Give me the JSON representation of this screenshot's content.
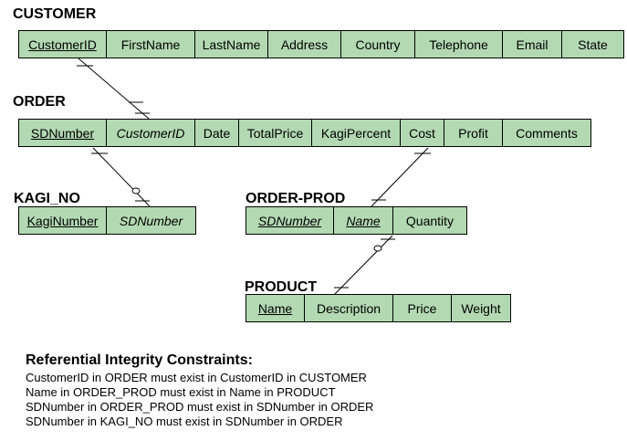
{
  "colors": {
    "cell_fill": "#b3d9b3",
    "line": "#000000"
  },
  "tables": {
    "customer": {
      "title": "CUSTOMER",
      "columns": [
        {
          "label": "CustomerID",
          "role": "pk"
        },
        {
          "label": "FirstName",
          "role": "attr"
        },
        {
          "label": "LastName",
          "role": "attr"
        },
        {
          "label": "Address",
          "role": "attr"
        },
        {
          "label": "Country",
          "role": "attr"
        },
        {
          "label": "Telephone",
          "role": "attr"
        },
        {
          "label": "Email",
          "role": "attr"
        },
        {
          "label": "State",
          "role": "attr"
        }
      ]
    },
    "order": {
      "title": "ORDER",
      "columns": [
        {
          "label": "SDNumber",
          "role": "pk"
        },
        {
          "label": "CustomerID",
          "role": "fk"
        },
        {
          "label": "Date",
          "role": "attr"
        },
        {
          "label": "TotalPrice",
          "role": "attr"
        },
        {
          "label": "KagiPercent",
          "role": "attr"
        },
        {
          "label": "Cost",
          "role": "attr"
        },
        {
          "label": "Profit",
          "role": "attr"
        },
        {
          "label": "Comments",
          "role": "attr"
        }
      ]
    },
    "kagi_no": {
      "title": "KAGI_NO",
      "columns": [
        {
          "label": "KagiNumber",
          "role": "pk"
        },
        {
          "label": "SDNumber",
          "role": "fk"
        }
      ]
    },
    "order_prod": {
      "title": "ORDER-PROD",
      "columns": [
        {
          "label": "SDNumber",
          "role": "pkfk"
        },
        {
          "label": "Name",
          "role": "pkfk"
        },
        {
          "label": "Quantity",
          "role": "attr"
        }
      ]
    },
    "product": {
      "title": "PRODUCT",
      "columns": [
        {
          "label": "Name",
          "role": "pk"
        },
        {
          "label": "Description",
          "role": "attr"
        },
        {
          "label": "Price",
          "role": "attr"
        },
        {
          "label": "Weight",
          "role": "attr"
        }
      ]
    }
  },
  "constraints": {
    "heading": "Referential Integrity Constraints:",
    "items": [
      "CustomerID in ORDER must exist in CustomerID in CUSTOMER",
      "Name in ORDER_PROD must exist in Name in PRODUCT",
      "SDNumber in ORDER_PROD must exist in SDNumber in ORDER",
      "SDNumber in KAGI_NO must exist in SDNumber in ORDER"
    ]
  }
}
